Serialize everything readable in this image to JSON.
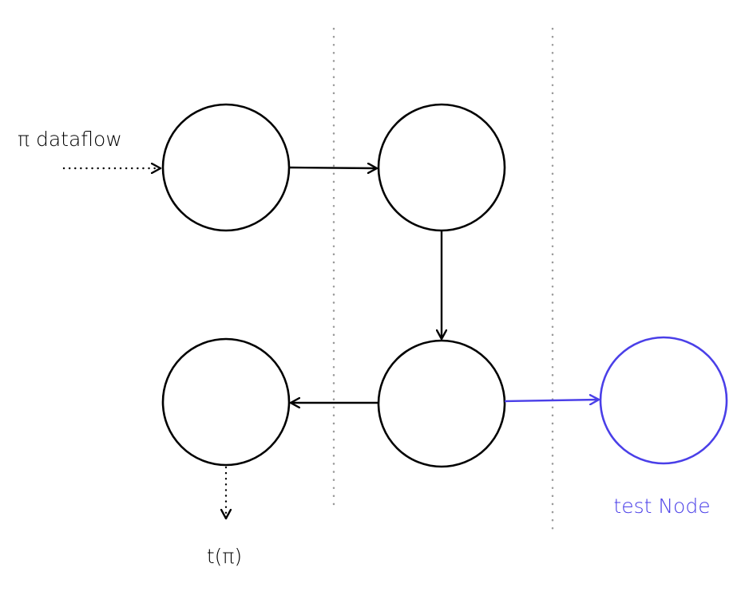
{
  "diagram": {
    "input_label": "π dataflow",
    "output_label": "t(π)",
    "test_node_label": "test Node",
    "colors": {
      "stroke": "#000000",
      "divider": "#9a9a9a",
      "accent": "#4a3fe8"
    },
    "nodes": [
      {
        "id": "n1",
        "kind": "process"
      },
      {
        "id": "n2",
        "kind": "process"
      },
      {
        "id": "n3",
        "kind": "process"
      },
      {
        "id": "n4",
        "kind": "process"
      },
      {
        "id": "test",
        "kind": "test"
      }
    ],
    "edges": [
      {
        "from": "input",
        "to": "n1",
        "style": "dotted"
      },
      {
        "from": "n1",
        "to": "n2",
        "style": "solid"
      },
      {
        "from": "n2",
        "to": "n3",
        "style": "solid"
      },
      {
        "from": "n3",
        "to": "n4",
        "style": "solid"
      },
      {
        "from": "n3",
        "to": "test",
        "style": "accent"
      },
      {
        "from": "n4",
        "to": "output",
        "style": "dotted"
      }
    ]
  }
}
